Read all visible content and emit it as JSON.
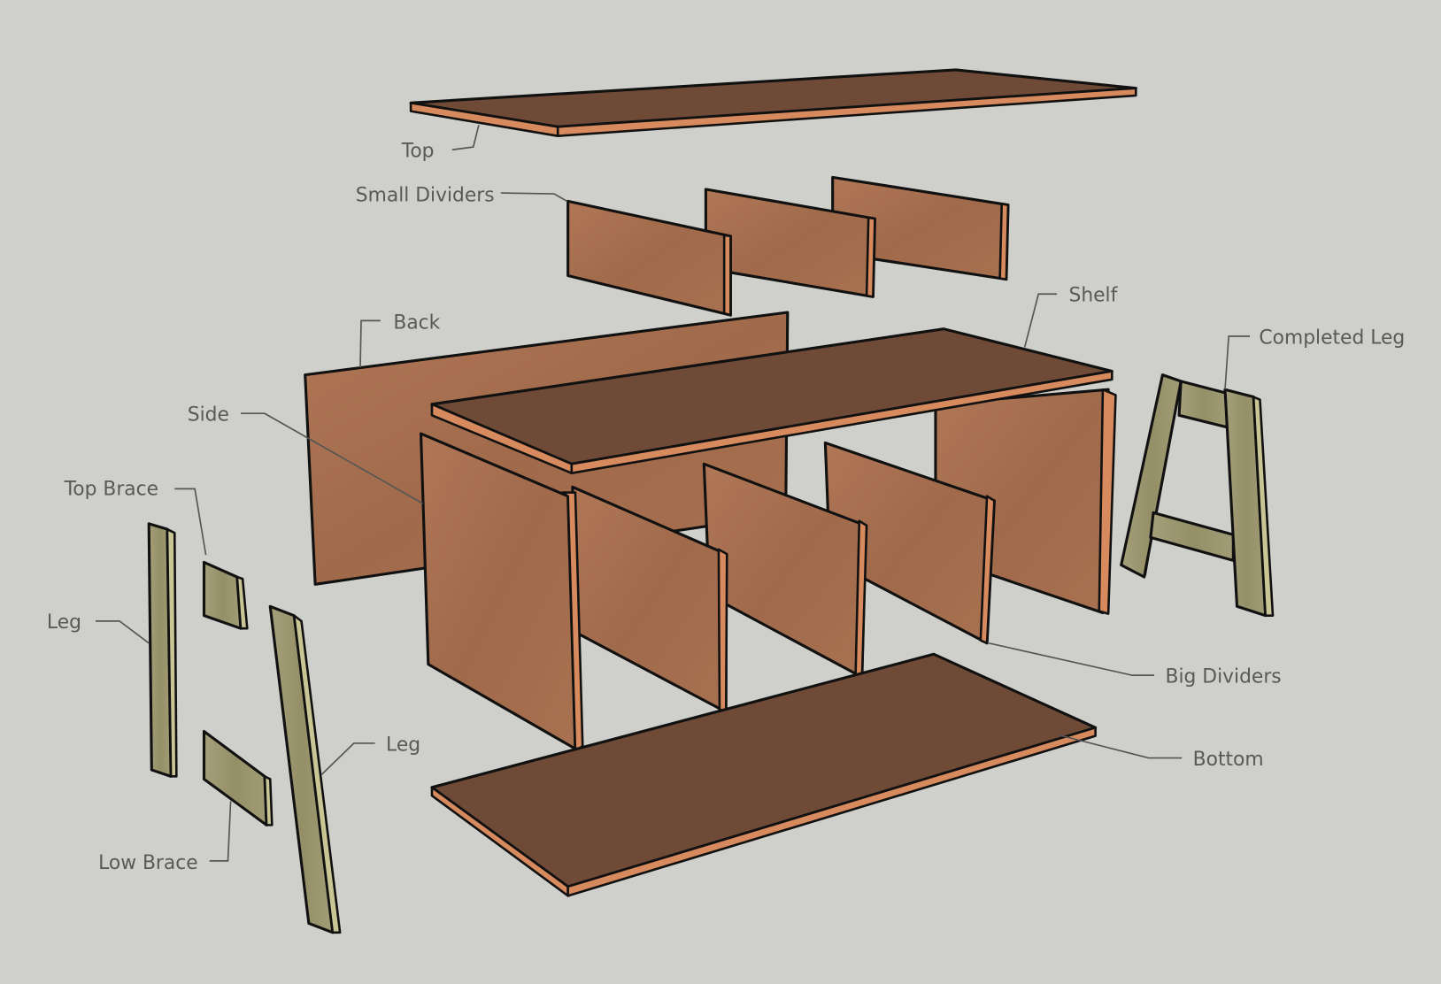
{
  "labels": {
    "top": "Top",
    "small_dividers": "Small Dividers",
    "back": "Back",
    "side": "Side",
    "top_brace": "Top Brace",
    "leg_left": "Leg",
    "leg_right": "Leg",
    "low_brace": "Low Brace",
    "shelf": "Shelf",
    "completed_leg": "Completed Leg",
    "big_dividers": "Big Dividers",
    "bottom": "Bottom"
  },
  "colors": {
    "background": "#cfcfcb",
    "plywood_face": "#a8704f",
    "plywood_top": "#6f4b37",
    "plywood_edge": "#d88a5f",
    "pine": "#9e9a72"
  }
}
